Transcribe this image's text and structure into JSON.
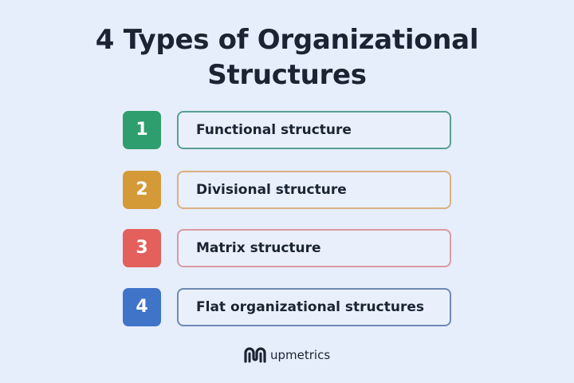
{
  "title": {
    "line1": "4 Types of Organizational",
    "line2": "Structures"
  },
  "items": [
    {
      "number": "1",
      "label": "Functional structure",
      "badge_color": "#2f9e6e",
      "border_color": "#5b9e92"
    },
    {
      "number": "2",
      "label": "Divisional structure",
      "badge_color": "#d49a38",
      "border_color": "#d8b184"
    },
    {
      "number": "3",
      "label": "Matrix structure",
      "badge_color": "#e3605c",
      "border_color": "#d99aa3"
    },
    {
      "number": "4",
      "label": "Flat organizational structures",
      "badge_color": "#3f74c9",
      "border_color": "#6e89b3"
    }
  ],
  "footer": {
    "logo_icon": "upmetrics-logo-icon",
    "brand": "upmetrics"
  }
}
